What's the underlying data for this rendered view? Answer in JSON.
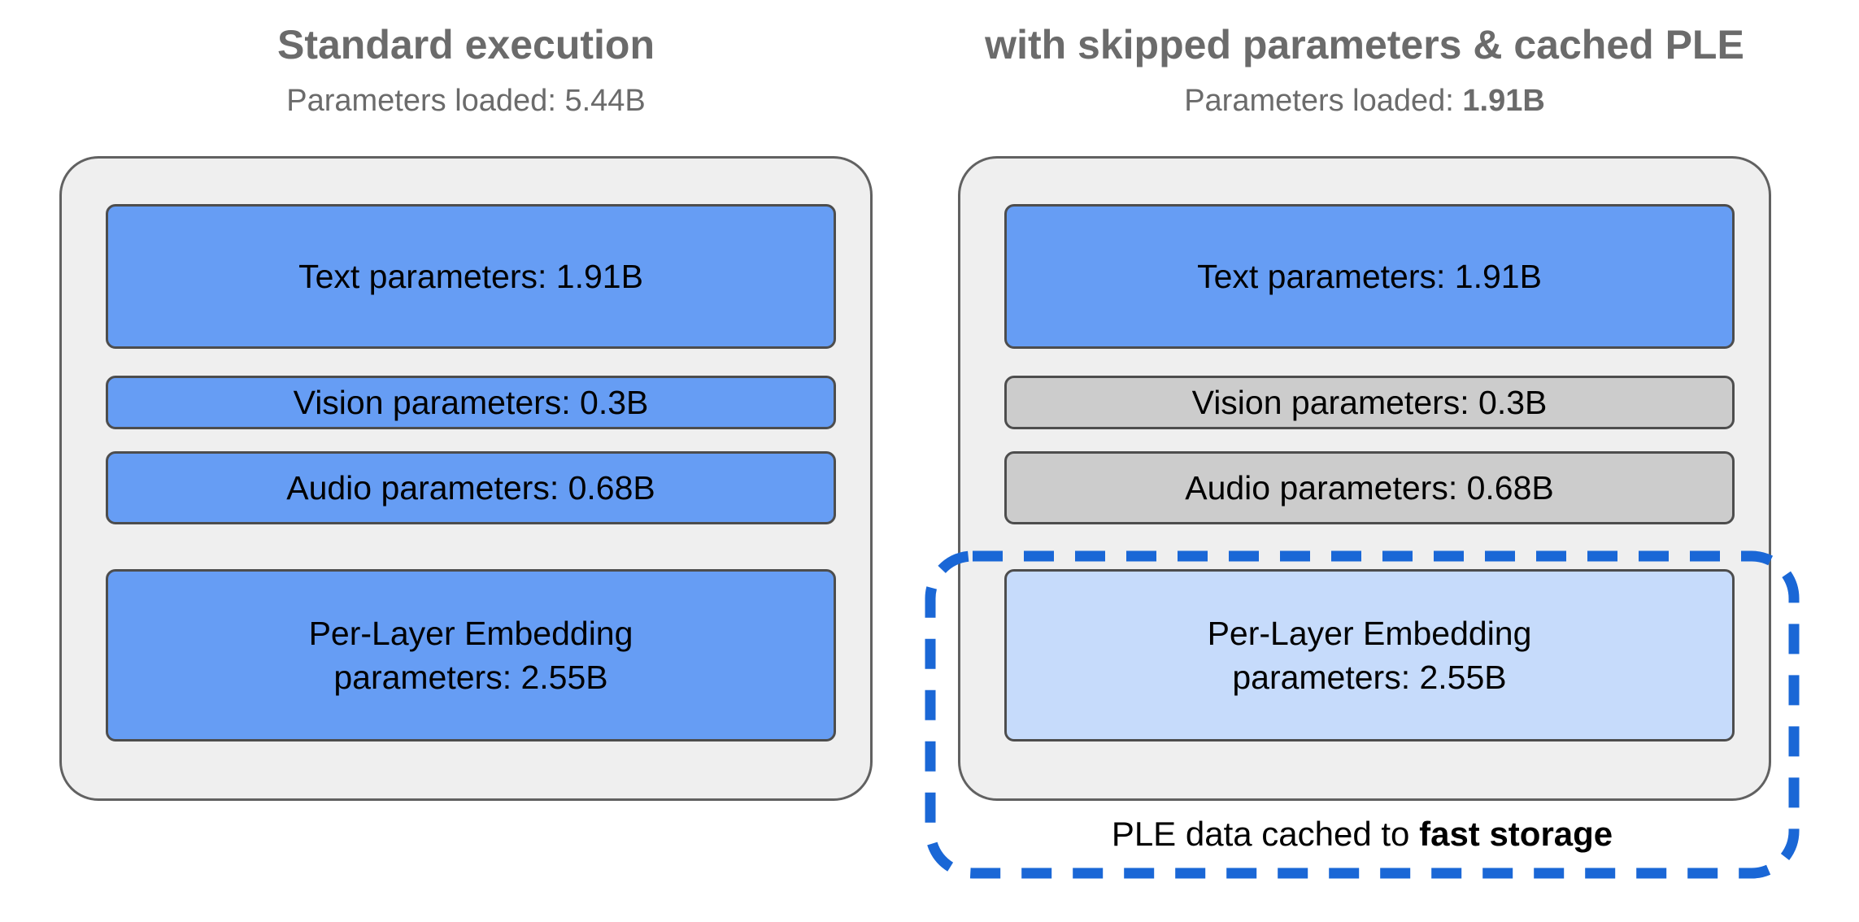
{
  "colors": {
    "title": "#6b6b6b",
    "container": "#efefef",
    "loaded": "#669df4",
    "skipped": "#cccccc",
    "cached": "#c6dbfb",
    "dash": "#1a67d6"
  },
  "panels": [
    {
      "title": "Standard execution",
      "subtitle_prefix": "Parameters loaded: ",
      "subtitle_value": "5.44B",
      "boxes": [
        {
          "label": "Text parameters: 1.91B",
          "state": "loaded"
        },
        {
          "label": "Vision parameters: 0.3B",
          "state": "loaded"
        },
        {
          "label": "Audio parameters: 0.68B",
          "state": "loaded"
        },
        {
          "label": "Per-Layer Embedding\nparameters: 2.55B",
          "state": "loaded"
        }
      ]
    },
    {
      "title": "with skipped parameters & cached PLE",
      "subtitle_prefix": "Parameters loaded: ",
      "subtitle_value": "1.91B",
      "boxes": [
        {
          "label": "Text parameters: 1.91B",
          "state": "loaded"
        },
        {
          "label": "Vision parameters: 0.3B",
          "state": "skipped"
        },
        {
          "label": "Audio parameters: 0.68B",
          "state": "skipped"
        },
        {
          "label": "Per-Layer Embedding\nparameters: 2.55B",
          "state": "cached"
        }
      ],
      "callout_prefix": "PLE data cached to ",
      "callout_bold": "fast storage"
    }
  ]
}
